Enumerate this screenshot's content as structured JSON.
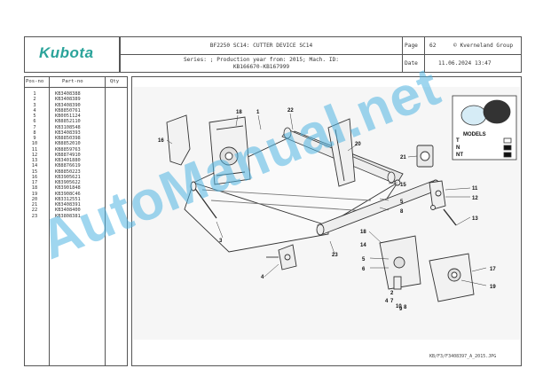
{
  "brand": {
    "name": "Kubota"
  },
  "header": {
    "title": "BF2250 SC14: CUTTER DEVICE SC14",
    "series": "Series: ; Production year from: 2015; Mach. ID:",
    "machine_range": "KB166670-KB167999",
    "page_label": "Page",
    "page_number": "62",
    "copyright": "© Kverneland Group",
    "date_label": "Date",
    "date_value": "11.06.2024 13:47"
  },
  "table": {
    "col_pos": "Pos-no",
    "col_part": "Part-no",
    "col_qty": "Qty",
    "positions": [
      "1",
      "2",
      "3",
      "4",
      "5",
      "6",
      "7",
      "8",
      "9",
      "10",
      "11",
      "12",
      "13",
      "14",
      "15",
      "16",
      "17",
      "18",
      "19",
      "20",
      "21",
      "22",
      "23"
    ],
    "parts": [
      "KB3408388",
      "KB3408389",
      "KB3408390",
      "KB8850761",
      "KB0051124",
      "KB8852110",
      "KB3108548",
      "KB3408393",
      "KB8850398",
      "KB8852010",
      "KB8859763",
      "KB8874910",
      "KB3401880",
      "KB8876619",
      "KB8850223",
      "KB3905621",
      "KB3905622",
      "KB3901848",
      "KB3908C46",
      "KB3312551",
      "KB3408391",
      "KB3408400",
      "KB3808381"
    ]
  },
  "diagram": {
    "callouts": [
      "1",
      "2",
      "3",
      "4",
      "5",
      "6",
      "7",
      "8",
      "9",
      "10",
      "11",
      "12",
      "13",
      "14",
      "15",
      "16",
      "17",
      "18",
      "19",
      "20",
      "21",
      "22",
      "23"
    ],
    "models_label": "MODELS",
    "model_options": [
      "T",
      "N",
      "NT"
    ],
    "image_ref": "KB/F3/F3408397_A_2015.JPG"
  },
  "watermark": {
    "text": "AutoManual.net"
  },
  "colors": {
    "brand": "#2aa39a",
    "watermark": "#50b4e1",
    "border": "#555555"
  }
}
